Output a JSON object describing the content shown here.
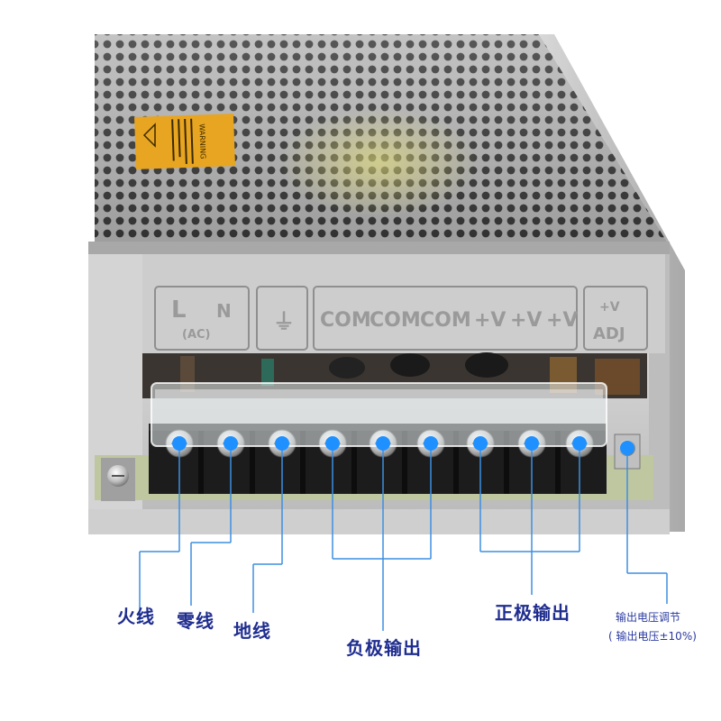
{
  "product": {
    "warning_label_text": "WARNING",
    "panel_markings": [
      "L",
      "N",
      "(AC)",
      "⏚",
      "COM",
      "COM",
      "COM",
      "+V",
      "+V",
      "+V",
      "+V",
      "ADJ"
    ]
  },
  "callouts": {
    "live": "火线",
    "neutral": "零线",
    "ground": "地线",
    "negative": "负极输出",
    "positive": "正极输出",
    "adjust_line1": "输出电压调节",
    "adjust_line2": "( 输出电压±10%)"
  },
  "colors": {
    "callout_line": "#3d8fe0",
    "dot": "#1e90ff",
    "label_text": "#1f2d8f",
    "warning_label": "#e8a521",
    "terminal_block": "#1c1c1c",
    "chassis": "#c9c9c9"
  },
  "terminals": [
    {
      "id": "L"
    },
    {
      "id": "N"
    },
    {
      "id": "GND"
    },
    {
      "id": "COM1"
    },
    {
      "id": "COM2"
    },
    {
      "id": "COM3"
    },
    {
      "id": "V1"
    },
    {
      "id": "V2"
    },
    {
      "id": "V3"
    }
  ]
}
